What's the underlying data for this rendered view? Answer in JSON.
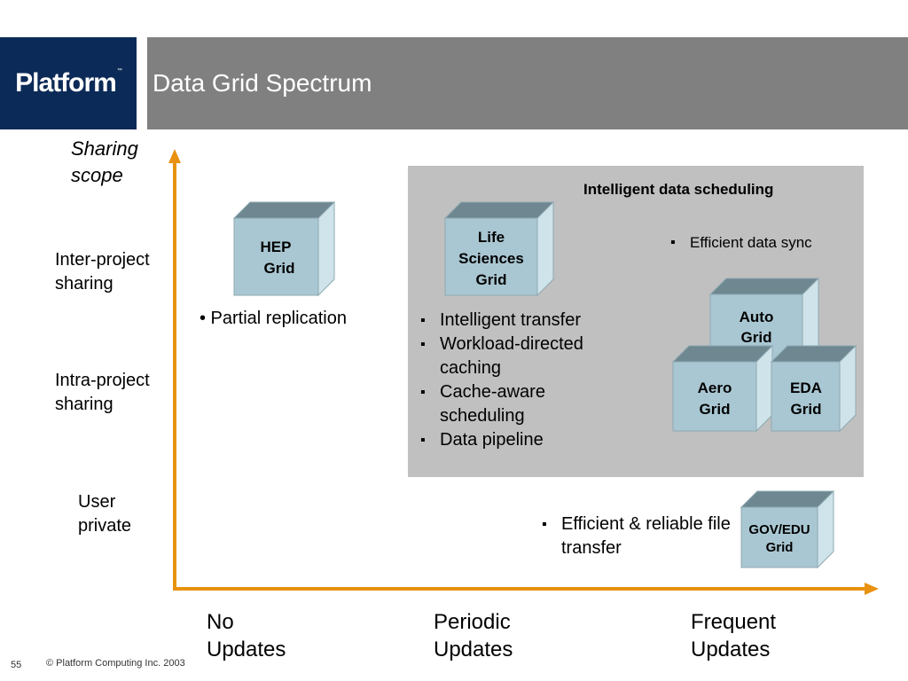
{
  "header": {
    "logo_text": "Platform",
    "title": "Data Grid Spectrum"
  },
  "axes": {
    "y_title": [
      "Sharing",
      "scope"
    ],
    "y_levels": [
      [
        "Inter-project",
        "sharing"
      ],
      [
        "Intra-project",
        "sharing"
      ],
      [
        "User",
        "private"
      ]
    ],
    "x_levels": [
      [
        "No",
        "Updates"
      ],
      [
        "Periodic",
        "Updates"
      ],
      [
        "Frequent",
        "Updates"
      ]
    ],
    "axis_color": "#e8920f"
  },
  "region": {
    "title": "Intelligent data scheduling",
    "fill_color": "#c0c0c0"
  },
  "grids": {
    "hep": [
      "HEP",
      "Grid"
    ],
    "life_sciences": [
      "Life",
      "Sciences",
      "Grid"
    ],
    "auto": [
      "Auto",
      "Grid"
    ],
    "aero": [
      "Aero",
      "Grid"
    ],
    "eda": [
      "EDA",
      "Grid"
    ],
    "gov_edu": [
      "GOV/EDU",
      "Grid"
    ],
    "cube_front_color": "#a9c7d2",
    "cube_top_color": "#6e8791",
    "cube_side_color": "#cfe3ea"
  },
  "features": {
    "hep": "• Partial replication",
    "life_sciences": [
      "Intelligent transfer",
      "Workload-directed caching",
      "Cache-aware scheduling",
      "Data pipeline"
    ],
    "auto_cluster": [
      "Efficient data sync"
    ],
    "gov_edu": [
      "Efficient & reliable file transfer"
    ]
  },
  "footer": {
    "page_number": "55",
    "copyright": "© Platform Computing Inc. 2003"
  }
}
